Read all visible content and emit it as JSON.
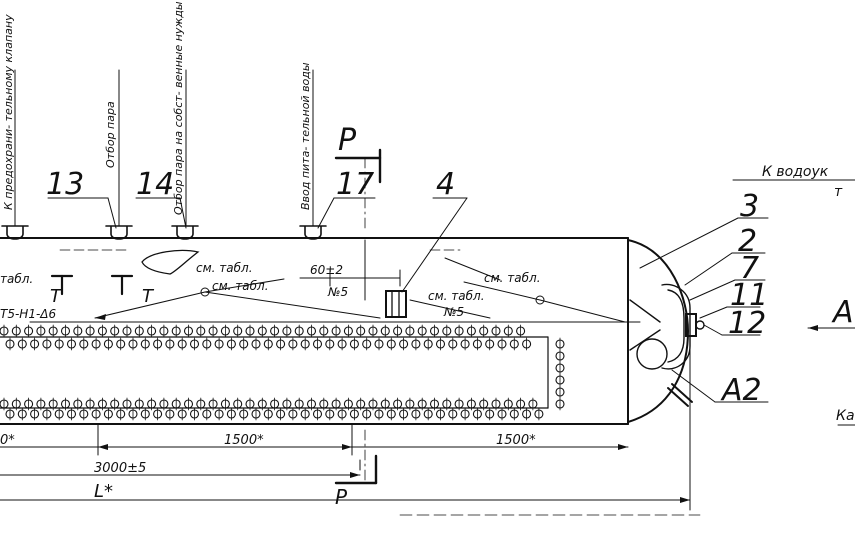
{
  "drawing": {
    "labels": {
      "pos_13": "13",
      "pos_14": "14",
      "pos_17": "17",
      "pos_4": "4",
      "pos_3": "3",
      "pos_2": "2",
      "pos_7": "7",
      "pos_11": "11",
      "pos_12": "12",
      "pos_a2": "А2",
      "section_p_top": "Р",
      "section_p_bottom": "Р",
      "view_a": "А",
      "section_t1": "Т",
      "section_t2": "Т",
      "see_table_1": "см. табл.",
      "see_table_2": "см. табл.",
      "see_table_3": "см. табл.",
      "see_table_4": "см. табл.",
      "see_table_left": "табл.",
      "weld_no5_1": "№5",
      "weld_no5_2": "№5",
      "weld_left": "Т5-Н1-Δ6",
      "dim_60": "60±2",
      "dim_1500_a": "1500*",
      "dim_1500_b": "1500*",
      "dim_left": "0*",
      "dim_3000": "3000±5",
      "dim_L": "L*",
      "right_note_top": "К водоук",
      "right_note_top2": "т",
      "right_note_bottom": "Ка"
    },
    "nozzle_labels": [
      "К предохрани- тельному клапану",
      "Отбор пара",
      "Отбор пара на собст- венные нужды",
      "Ввод пита- тельной воды"
    ]
  }
}
